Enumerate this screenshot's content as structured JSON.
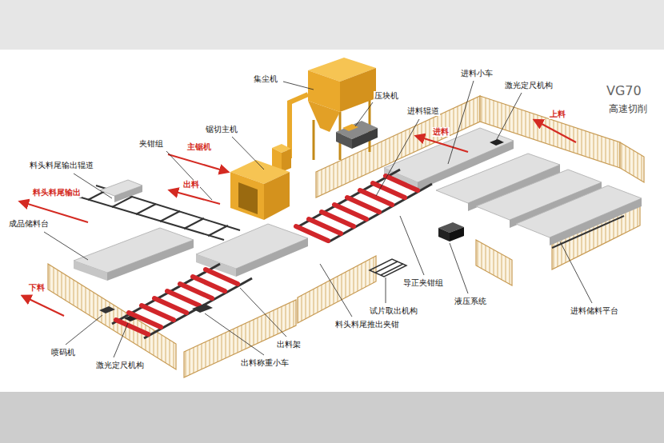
{
  "diagram": {
    "labels": [
      "集尘机",
      "压块机",
      "进料小车",
      "激光定尺机构",
      "VG70",
      "高速切削",
      "进料辊道",
      "锯切主机",
      "夹钳组",
      "主锯机",
      "出料",
      "料头料尾输出辊道",
      "料头料尾输出",
      "上料",
      "进料",
      "成品储料台",
      "下料",
      "导正夹钳组",
      "液压系统",
      "试片取出机构",
      "进料储料平台",
      "料头料尾推出夹钳",
      "出料架",
      "喷码机",
      "出料称重小车",
      "激光定尺机构"
    ]
  }
}
